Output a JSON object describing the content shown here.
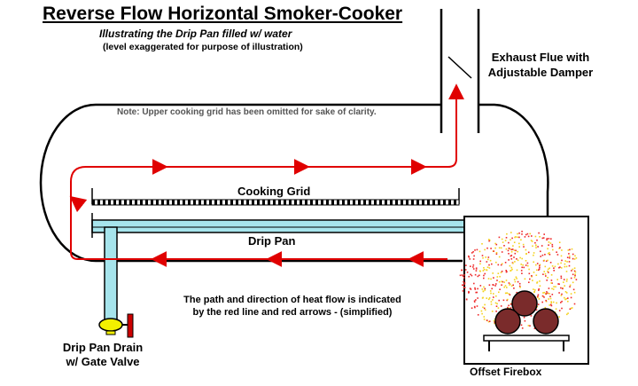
{
  "title": "Reverse Flow Horizontal Smoker-Cooker",
  "subtitle": "Illustrating the Drip Pan filled w/ water",
  "subnote": "(level exaggerated for purpose of illustration)",
  "note": "Note:  Upper cooking grid has been omitted for sake of clarity.",
  "flue_label": [
    "Exhaust Flue with",
    "Adjustable Damper"
  ],
  "grid_label": "Cooking Grid",
  "pan_label": "Drip Pan",
  "path_label": [
    "The path and direction of heat flow is indicated",
    "by the red line and red arrows - (simplified)"
  ],
  "drain_label": [
    "Drip Pan Drain",
    "w/ Gate Valve"
  ],
  "firebox_label": "Offset Firebox",
  "colors": {
    "outline": "#000000",
    "heat_flow": "#e00000",
    "water": "#a6e4ec",
    "valve": "#f2f000",
    "log": "#7a2b2b",
    "flame_red": "#ee2a2a",
    "flame_yellow": "#f4d21e"
  }
}
